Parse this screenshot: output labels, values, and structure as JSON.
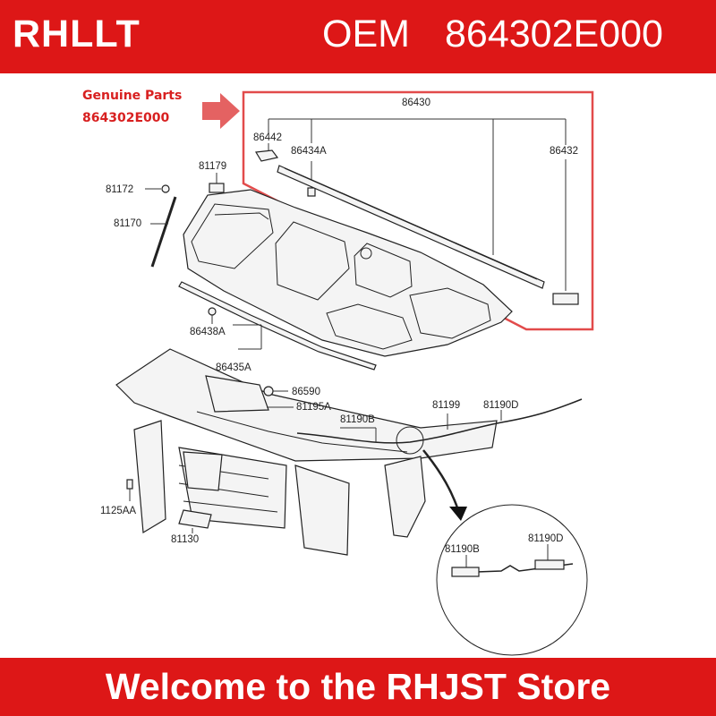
{
  "header": {
    "brand": "RHLLT",
    "oem_label": "OEM",
    "part_number": "864302E000"
  },
  "callout": {
    "line1": "Genuine Parts",
    "line2": "864302E000"
  },
  "labels": {
    "p86430": "86430",
    "p86442": "86442",
    "p86434A": "86434A",
    "p86432": "86432",
    "p81179": "81179",
    "p81172": "81172",
    "p81170": "81170",
    "p86438A": "86438A",
    "p86435A": "86435A",
    "p86590": "86590",
    "p81195A": "81195A",
    "p81199": "81199",
    "p81190D": "81190D",
    "p81190B": "81190B",
    "p1125AA": "1125AA",
    "p81130": "81130",
    "d81190B": "81190B",
    "d81190D": "81190D"
  },
  "colors": {
    "brand_red": "#dd1717",
    "highlight_red": "#e24b4b",
    "callout_red": "#d82020"
  },
  "footer": {
    "welcome": "Welcome to the RHJST Store"
  }
}
